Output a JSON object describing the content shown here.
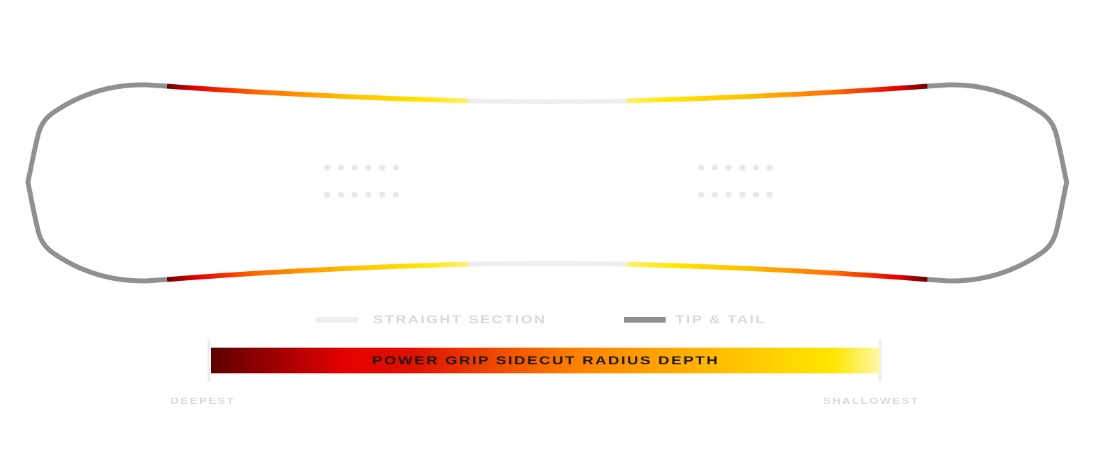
{
  "legend": {
    "straight_section": "STRAIGHT SECTION",
    "tip_tail": "TIP & TAIL"
  },
  "scale": {
    "title": "POWER GRIP SIDECUT RADIUS DEPTH",
    "min_label": "DEEPEST",
    "max_label": "SHALLOWEST"
  },
  "colors": {
    "tip_tail": "#909090",
    "straight": "#eeeeee",
    "deepest": "#5e0000",
    "red": "#e50000",
    "orange": "#ff8200",
    "yellow": "#ffe600",
    "shallowest": "#fff7a8",
    "insert_dot": "#e8e8e8"
  }
}
